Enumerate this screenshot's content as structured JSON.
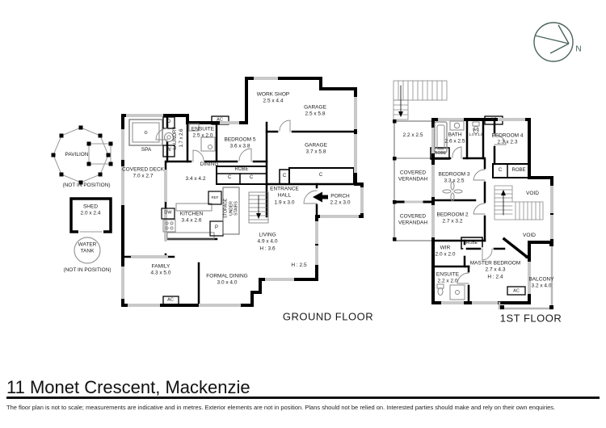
{
  "title": "11 Monet Crescent, Mackenzie",
  "disclaimer": "The floor plan is not to scale; measurements are indicative and in metres. Exterior elements are not in position. Plans should not be relied on. Interested parties should make and rely on their own enquiries.",
  "compass": {
    "north_label": "N"
  },
  "colors": {
    "walls": "#000000",
    "windows": "#c9c9c9",
    "compass": "#4a655a",
    "text": "#1a1a1a"
  },
  "ground_floor": {
    "name": "GROUND FLOOR",
    "labels": {
      "pavilion": "PAVILION",
      "pavilion_note": "(NOT IN POSITION)",
      "shed": [
        "SHED",
        "2.0 x 2.4"
      ],
      "water_tank": [
        "WATER",
        "TANK"
      ],
      "water_tank_note": [
        "(NOT IN POSITION)"
      ],
      "spa": "SPA",
      "covered_deck": [
        "COVERED DECK",
        "7.0 x 2.7"
      ],
      "laundry": [
        "LAUNDRY",
        "1.7 x 2.6"
      ],
      "dryer": "D",
      "washer": "W",
      "ensuite": [
        "ENSUITE",
        "2.5 x 2.0"
      ],
      "ac_top": "AC",
      "bedroom5": [
        "BEDROOM 5",
        "3.6 x 3.8"
      ],
      "dining": "DINING",
      "dining_dims": "3.4 x 4.2",
      "robe": "ROBE",
      "robe_c1": "C",
      "robe_c2": "C",
      "workshop": [
        "WORK SHOP",
        "2.5 x 4.4"
      ],
      "garage1": [
        "GARAGE",
        "2.5 x 5.8"
      ],
      "garage2": [
        "GARAGE",
        "3.7 x 5.8"
      ],
      "garage_c_small": "C",
      "garage_c": "C",
      "kitchen": [
        "KITCHEN",
        "3.4 x 2.6"
      ],
      "dishwasher": "DW",
      "fridge": "REF",
      "pantry": "P",
      "storage": [
        "STORAGE",
        "UNDER",
        "STAIRS"
      ],
      "entrance_hall": [
        "ENTRANCE",
        "HALL",
        "1.9 x 3.0"
      ],
      "porch": [
        "PORCH",
        "2.2 x 3.0"
      ],
      "living": [
        "LIVING",
        "4.9 x 4.0",
        "H : 3.6"
      ],
      "living_h": "H : 2.5",
      "family": [
        "FAMILY",
        "4.3 x 5.0"
      ],
      "formal_dining": [
        "FORMAL DINING",
        "3.0 x 4.0"
      ],
      "ac_bottom": "AC"
    }
  },
  "first_floor": {
    "name": "1ST FLOOR",
    "labels": {
      "landing": "2.2 x 2.5",
      "verandah1": [
        "COVERED",
        "VERANDAH"
      ],
      "verandah2": [
        "COVERED",
        "VERANDAH"
      ],
      "bath": [
        "BATH",
        "2.6 x 2.5"
      ],
      "wc": [
        "WC",
        "1.0 x 1.5"
      ],
      "ac_top": "AC",
      "bedroom4": [
        "BEDROOM 4",
        "2.3 x 2.3"
      ],
      "bed4_c": "C",
      "bed4_robe": "ROBE",
      "void_top": "VOID",
      "bedroom3": [
        "BEDROOM 3",
        "3.3 x 2.5"
      ],
      "bed3_robe": "ROBE",
      "bedroom2": [
        "BEDROOM 2",
        "2.7 x 3.2"
      ],
      "void_mid": "VOID",
      "wir": [
        "WIR",
        "2.0 x 2.0"
      ],
      "master_robe": "ROBE",
      "ensuite": [
        "ENSUITE",
        "2.2 x 2.0"
      ],
      "master": [
        "MASTER BEDROOM",
        "2.7 x 4.3",
        "H : 2.4"
      ],
      "balcony": [
        "BALCONY",
        "3.2 x 4.0"
      ],
      "ac_bottom": "AC"
    }
  }
}
